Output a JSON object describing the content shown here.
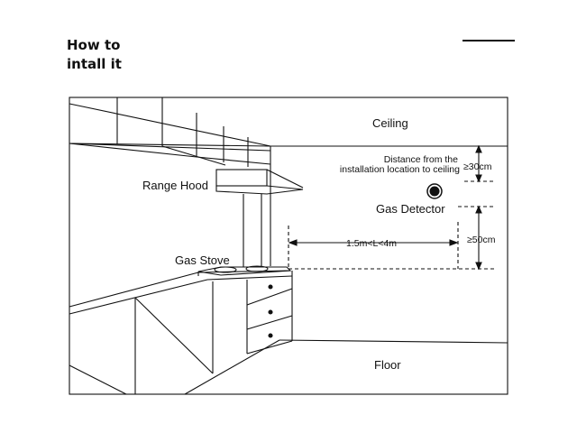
{
  "header": {
    "title_line1": "How to",
    "title_line2": "intall it"
  },
  "diagram": {
    "ceiling_label": "Ceiling",
    "floor_label": "Floor",
    "range_hood_label": "Range Hood",
    "gas_stove_label": "Gas Stove",
    "gas_detector_label": "Gas Detector",
    "distance_line1": "Distance from the",
    "distance_line2": "installation location to ceiling",
    "ceiling_distance": "≥30cm",
    "horizontal_distance": "1.5m<L<4m",
    "stove_height": "≥50cm"
  },
  "colors": {
    "line": "#111111",
    "background": "#ffffff"
  }
}
